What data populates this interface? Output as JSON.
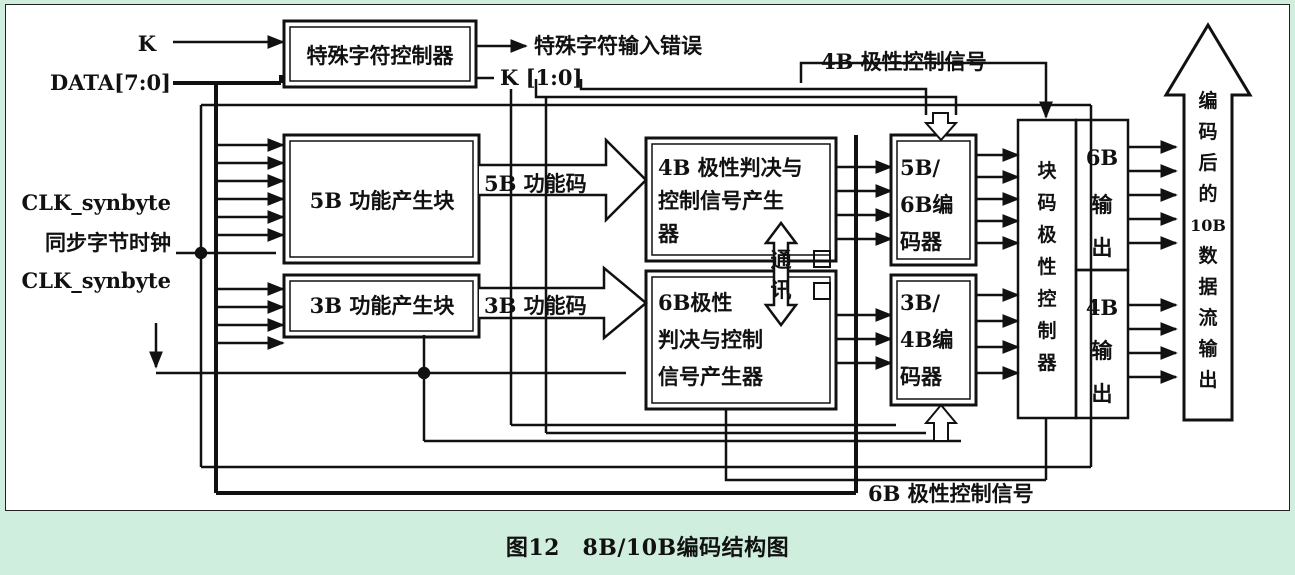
{
  "caption": "图12　8B/10B编码结构图",
  "inputs": {
    "k": "K",
    "data": "DATA[7:0]",
    "clk_top": "CLK_synbyte",
    "clk_mid": "同步字节时钟",
    "clk_bot": "CLK_synbyte"
  },
  "blocks": {
    "special_ctrl": "特殊字符控制器",
    "gen5b": "5B 功能产生块",
    "gen3b": "3B 功能产生块",
    "pol4b": [
      "4B 极性判决与",
      "控制信号产生",
      "器"
    ],
    "pol6b": [
      "6B极性",
      "判决与控制",
      "信号产生器"
    ],
    "comm": [
      "通",
      "讯"
    ],
    "enc56": [
      "5B/",
      "6B编",
      "码器"
    ],
    "enc34": [
      "3B/",
      "4B编",
      "码器"
    ],
    "block_pol": [
      "块",
      "码",
      "极",
      "性",
      "控",
      "制",
      "器"
    ],
    "out6": [
      "6B",
      "输",
      "出"
    ],
    "out4": [
      "4B",
      "输",
      "出"
    ],
    "stream": [
      "编",
      "码",
      "后",
      "的",
      "10B",
      "数",
      "据",
      "流",
      "输",
      "出"
    ]
  },
  "signals": {
    "special_err": "特殊字符输入错误",
    "k10": "K [1:0]",
    "pol4b_sig": "4B 极性控制信号",
    "code5b": "5B 功能码",
    "code3b": "3B 功能码",
    "pol6b_sig": "6B 极性控制信号"
  }
}
